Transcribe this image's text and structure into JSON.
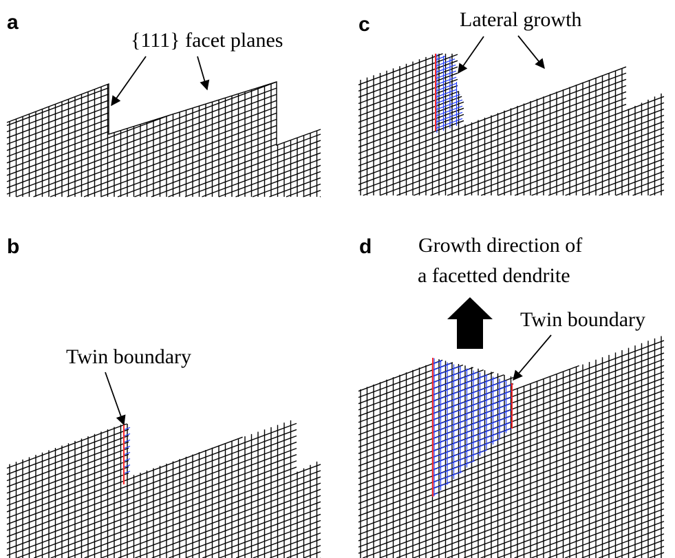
{
  "panels": {
    "a": {
      "letter": "a",
      "annotation": "{111} facet planes"
    },
    "b": {
      "letter": "b",
      "annotation": "Twin boundary"
    },
    "c": {
      "letter": "c",
      "annotation": "Lateral growth"
    },
    "d": {
      "letter": "d",
      "annotation_line1": "Growth direction of",
      "annotation_line2": "a facetted dendrite",
      "annotation2": "Twin boundary"
    }
  },
  "colors": {
    "lattice": "#000000",
    "twin_lattice": "#1f3cff",
    "twin_boundary": "#ff2a2a"
  }
}
